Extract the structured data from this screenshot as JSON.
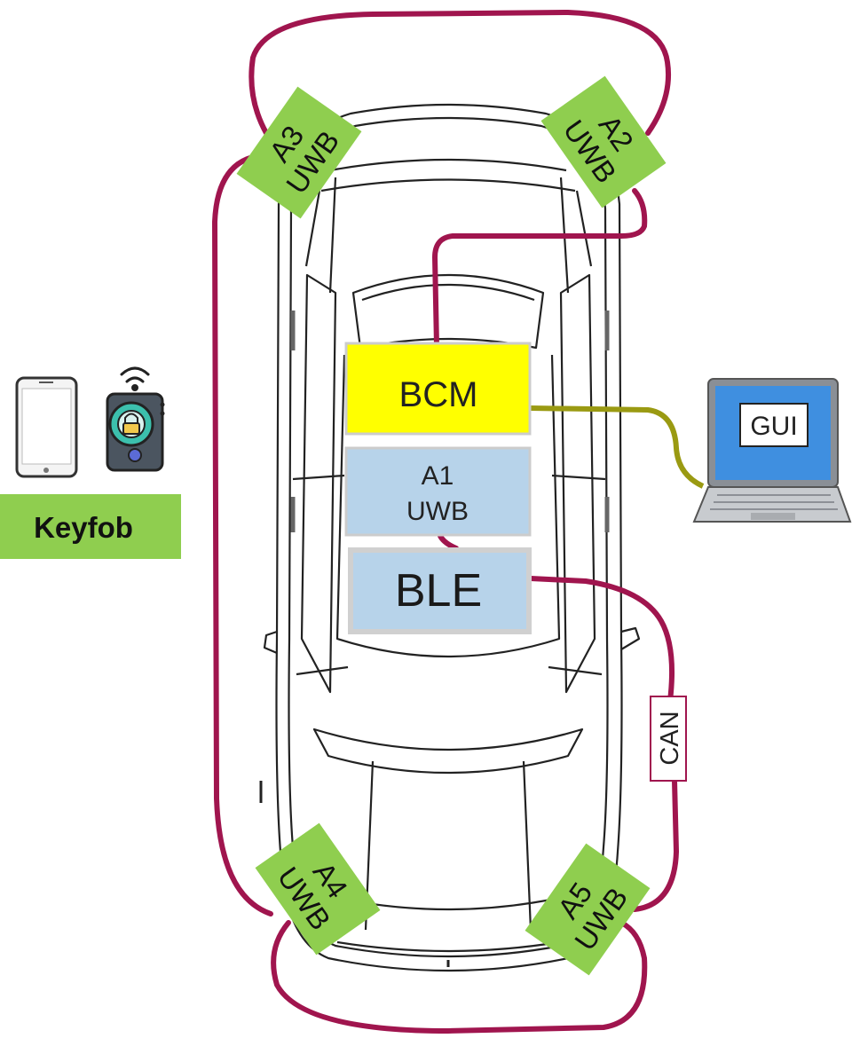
{
  "keyfob": {
    "label": "Keyfob",
    "fill_color": "#8fce4f"
  },
  "bcm": {
    "label": "BCM",
    "fill_color": "#ffff00"
  },
  "ble": {
    "label": "BLE",
    "fill_color": "#b7d3ea"
  },
  "can": {
    "label": "CAN"
  },
  "laptop": {
    "screen_label": "GUI"
  },
  "anchors": {
    "fill_color": "#8fce4f",
    "a1": {
      "name": "A1",
      "tech": "UWB",
      "fill_color": "#b7d3ea"
    },
    "a2": {
      "name": "A2",
      "tech": "UWB"
    },
    "a3": {
      "name": "A3",
      "tech": "UWB"
    },
    "a4": {
      "name": "A4",
      "tech": "UWB"
    },
    "a5": {
      "name": "A5",
      "tech": "UWB"
    }
  },
  "colors": {
    "bus_wire": "#a0154e",
    "gui_wire": "#9a9a12",
    "car_outline": "#222222"
  },
  "icons": [
    "smartphone-icon",
    "keyfob-icon",
    "wifi-icon",
    "lock-icon",
    "laptop-icon"
  ]
}
